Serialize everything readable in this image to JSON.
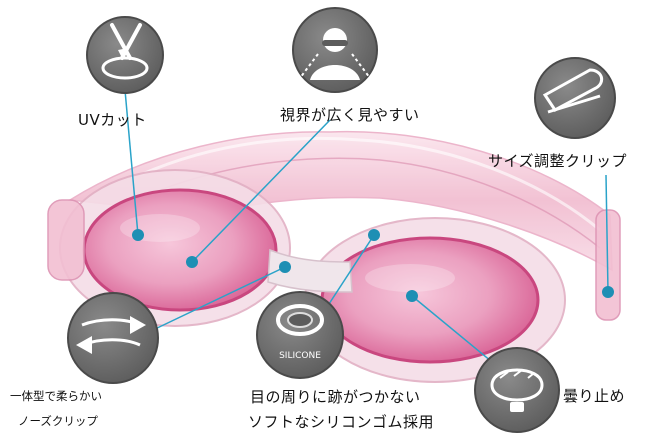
{
  "features": {
    "uv": {
      "label": "UVカット",
      "icon": "uv-cut-icon"
    },
    "wide_view": {
      "label": "視界が広く見やすい",
      "icon": "wide-view-icon"
    },
    "size_clip": {
      "label": "サイズ調整クリップ",
      "icon": "size-adjust-clip-icon"
    },
    "nose_clip": {
      "line1": "一体型で柔らかい",
      "line2": "ノーズクリップ",
      "icon": "nose-clip-icon"
    },
    "silicone": {
      "line1": "目の周りに跡がつかない",
      "line2": "ソフトなシリコンゴム採用",
      "icon": "silicone-gasket-icon",
      "icon_text": "SILICONE"
    },
    "anti_fog": {
      "label": "曇り止め",
      "icon": "anti-fog-icon"
    }
  },
  "colors": {
    "lens_pink": "#e57aa8",
    "strap_pink": "#f4c3d6",
    "leader_line": "#2aa3c9",
    "dot": "#1e8fb4",
    "badge": "#6f6f6f"
  }
}
